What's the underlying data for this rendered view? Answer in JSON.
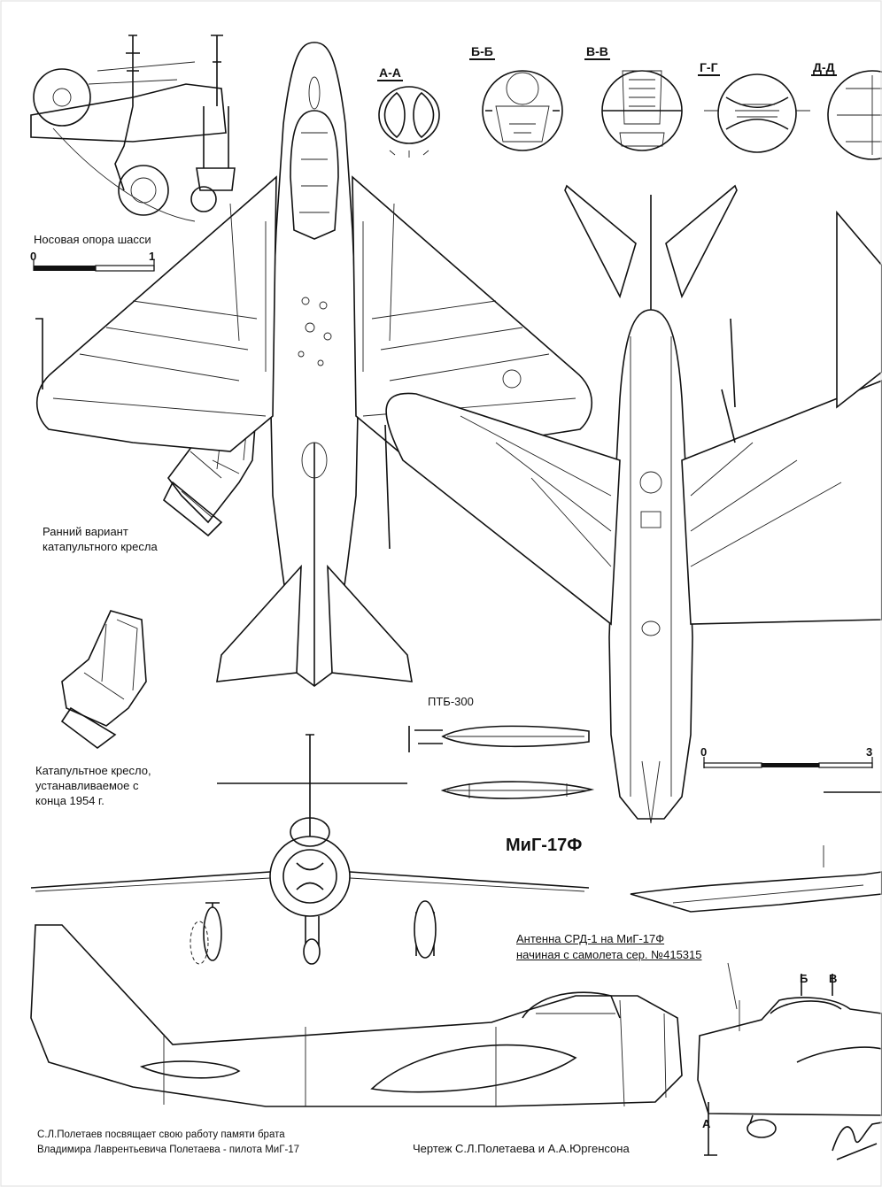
{
  "title": "МиГ-17Ф",
  "sections": {
    "aa": "А-А",
    "bb": "Б-Б",
    "vv": "В-В",
    "gg": "Г-Г",
    "dd": "Д-Д"
  },
  "captions": {
    "nose_gear": "Носовая опора шасси",
    "early_seat_line1": "Ранний вариант",
    "early_seat_line2": "катапультного кресла",
    "late_seat_line1": "Катапультное кресло,",
    "late_seat_line2": "устанавливаемое с",
    "late_seat_line3": "конца 1954 г.",
    "drop_tank": "ПТБ-300",
    "antenna_line1": "Антенна СРД-1 на МиГ-17Ф",
    "antenna_line2": "начиная с самолета сер. №415315",
    "dedication_line1": "С.Л.Полетаев посвящает свою работу памяти брата",
    "dedication_line2": "Владимира Лаврентьевича Полетаева - пилота МиГ-17",
    "drawing_credit": "Чертеж С.Л.Полетаева и А.А.Юргенсона"
  },
  "scales": {
    "small": {
      "start": "0",
      "end": "1"
    },
    "large": {
      "start": "0",
      "end": "3"
    }
  },
  "markers": {
    "a": "А",
    "b": "Б",
    "v": "В"
  }
}
